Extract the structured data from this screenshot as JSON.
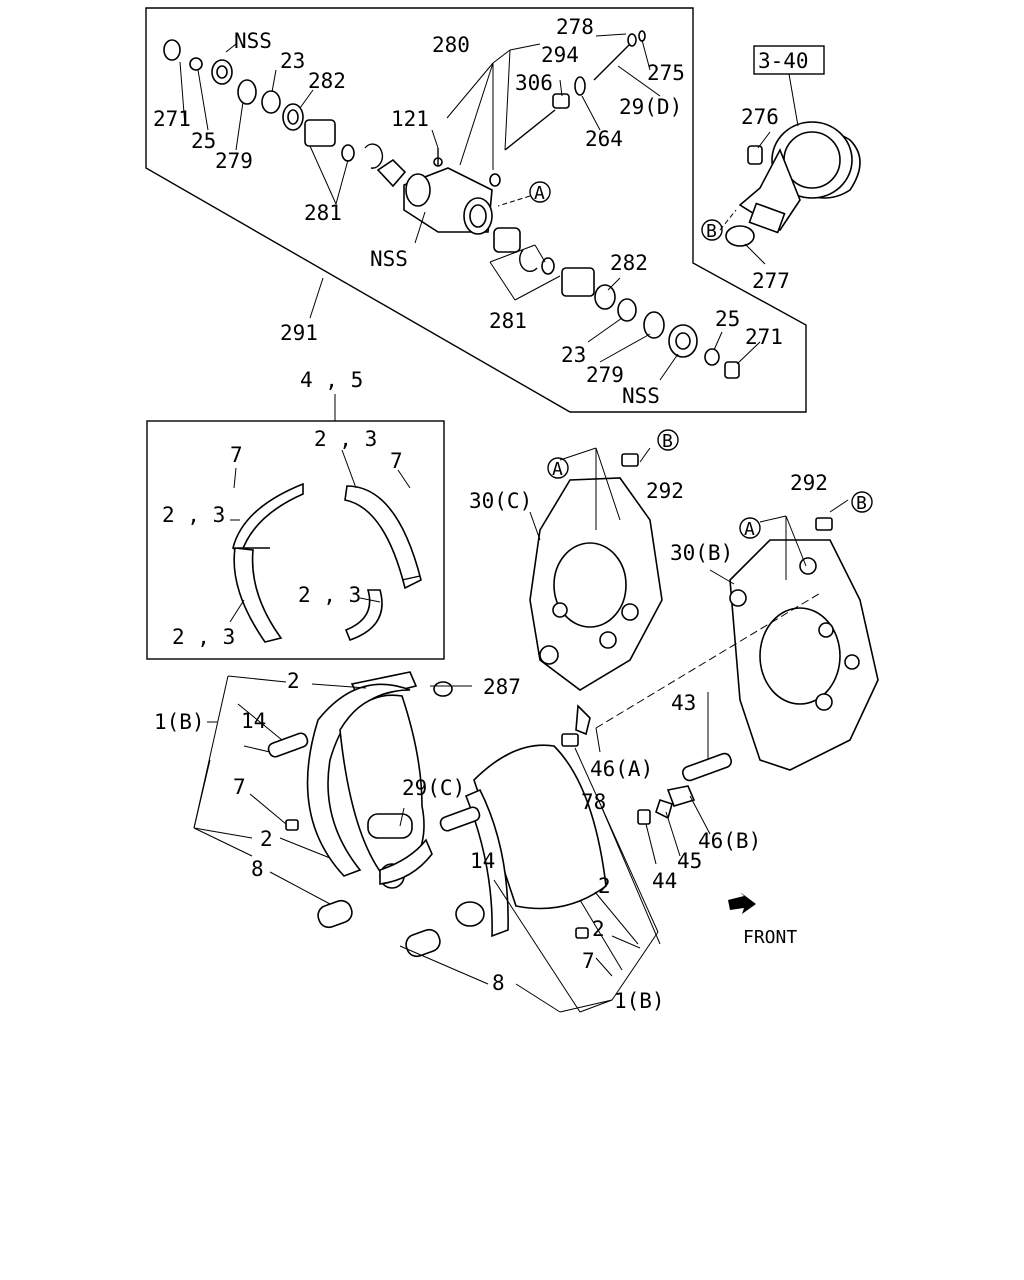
{
  "diagram": {
    "ref_box": "3-40",
    "front_label": "FRONT",
    "callouts": {
      "c271a": "271",
      "c25a": "25",
      "cNSSa": "NSS",
      "c23a": "23",
      "c279a": "279",
      "c282a": "282",
      "c281a": "281",
      "c121": "121",
      "c280": "280",
      "c294": "294",
      "c306": "306",
      "c278": "278",
      "c275": "275",
      "c29d": "29(D)",
      "c264": "264",
      "cNSSb": "NSS",
      "c291": "291",
      "c282b": "282",
      "c281b": "281",
      "c23b": "23",
      "c279b": "279",
      "cNSSc": "NSS",
      "c25b": "25",
      "c271b": "271",
      "c276": "276",
      "c277": "277",
      "cA1": "A",
      "cB1": "B",
      "c45group": "4 , 5",
      "c23x1": "2 , 3",
      "c7a": "7",
      "c23x2": "2 , 3",
      "c7b": "7",
      "c23x3": "2 , 3",
      "c23x4": "2 , 3",
      "cA2": "A",
      "cB2": "B",
      "c292a": "292",
      "c30c": "30(C)",
      "c292b": "292",
      "cB3": "B",
      "cA3": "A",
      "c30b": "30(B)",
      "c2a": "2",
      "c287": "287",
      "c1ba": "1(B)",
      "c14a": "14",
      "c7c": "7",
      "c29c": "29(C)",
      "c2b": "2",
      "c8a": "8",
      "c46a": "46(A)",
      "c78": "78",
      "c43": "43",
      "c46b": "46(B)",
      "c45": "45",
      "c44": "44",
      "c14b": "14",
      "c2c": "2",
      "c2d": "2",
      "c7d": "7",
      "c8b": "8",
      "c1bb": "1(B)"
    }
  }
}
